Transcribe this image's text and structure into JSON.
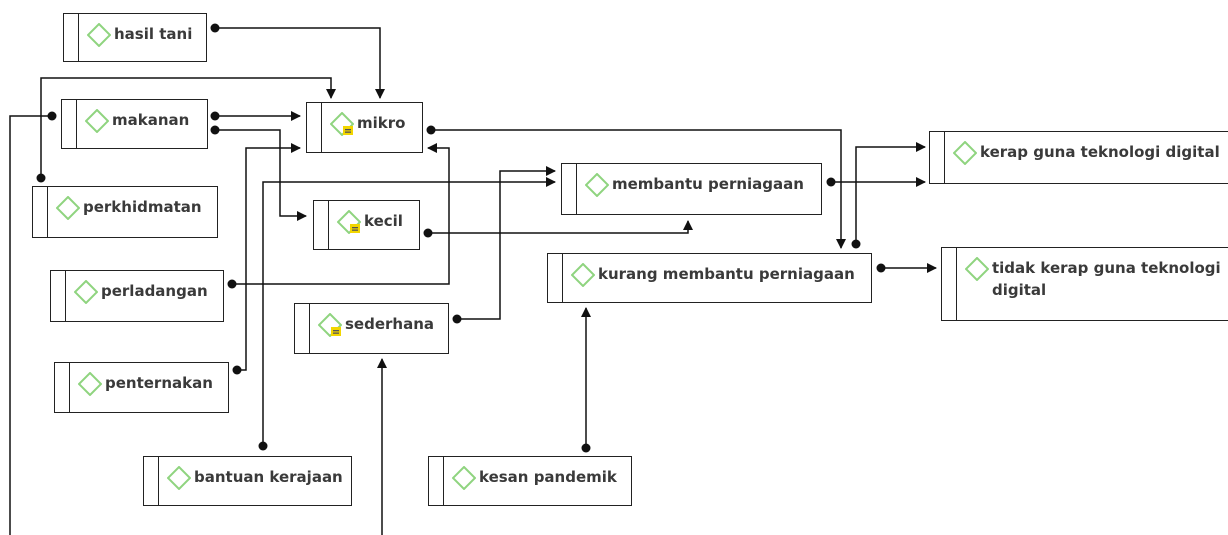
{
  "diagram": {
    "type": "code-network",
    "line_color": "#111111",
    "icon_color": "#8fd47f",
    "memo_color": "#f2d600",
    "nodes": [
      {
        "id": "hasil-tani",
        "label": "hasil tani",
        "memo": false
      },
      {
        "id": "makanan",
        "label": "makanan",
        "memo": false
      },
      {
        "id": "mikro",
        "label": "mikro",
        "memo": true
      },
      {
        "id": "perkhidmatan",
        "label": "perkhidmatan",
        "memo": false
      },
      {
        "id": "kecil",
        "label": "kecil",
        "memo": true
      },
      {
        "id": "perladangan",
        "label": "perladangan",
        "memo": false
      },
      {
        "id": "sederhana",
        "label": "sederhana",
        "memo": true
      },
      {
        "id": "penternakan",
        "label": "penternakan",
        "memo": false
      },
      {
        "id": "bantuan-kerajaan",
        "label": "bantuan kerajaan",
        "memo": false
      },
      {
        "id": "membantu-perniagaan",
        "label": "membantu perniagaan",
        "memo": false
      },
      {
        "id": "kurang-membantu-perniagaan",
        "label": "kurang membantu perniagaan",
        "memo": false
      },
      {
        "id": "kerap-guna-teknologi-digital",
        "label": "kerap guna teknologi digital",
        "memo": false
      },
      {
        "id": "tidak-kerap-guna-teknologi-digital",
        "label": "tidak kerap guna teknologi digital",
        "memo": false
      },
      {
        "id": "kesan-pandemik",
        "label": "kesan pandemik",
        "memo": false
      }
    ]
  }
}
